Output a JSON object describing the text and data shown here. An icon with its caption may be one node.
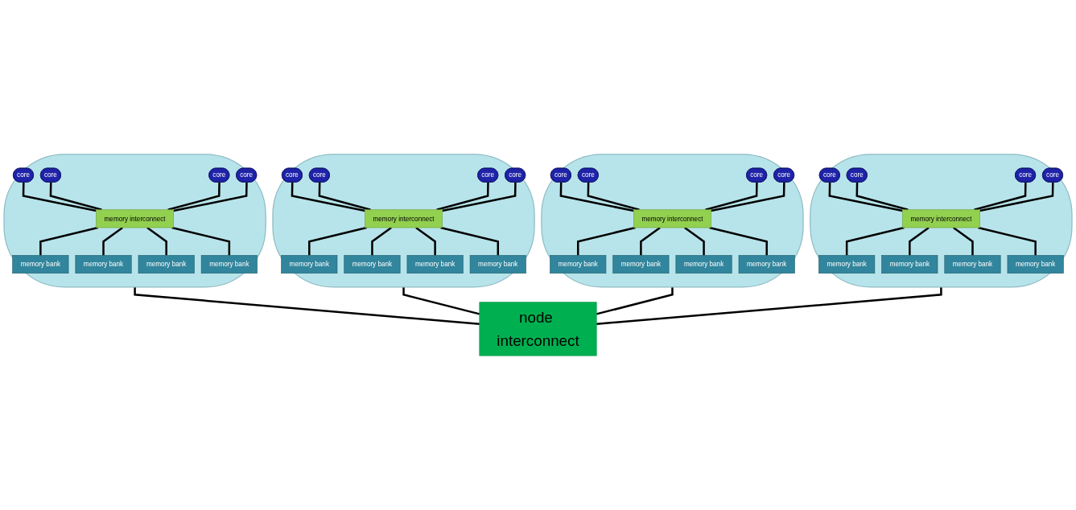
{
  "diagram": {
    "nodes": [
      {
        "text": [],
        "shape": "ellipse"
      },
      {
        "text": [
          "core"
        ],
        "in": 0
      },
      {
        "text": [
          "core"
        ],
        "in": 0
      },
      {
        "text": [
          "core"
        ],
        "in": 0
      },
      {
        "text": [
          "core"
        ],
        "in": 0
      },
      {
        "text": [
          "memory interconnect"
        ],
        "in": 0
      },
      {
        "text": [
          "memory bank"
        ],
        "in": 0
      },
      {
        "text": [
          "memory bank"
        ],
        "in": 0
      },
      {
        "text": [
          "memory bank"
        ],
        "in": 0
      },
      {
        "text": [
          "memory bank"
        ],
        "in": 0
      },
      {
        "text": [],
        "shape": "ellipse"
      },
      {
        "text": [
          "core"
        ],
        "in": 10
      },
      {
        "text": [
          "core"
        ],
        "in": 10
      },
      {
        "text": [
          "core"
        ],
        "in": 10
      },
      {
        "text": [
          "core"
        ],
        "in": 10
      },
      {
        "text": [
          "memory interconnect"
        ],
        "in": 10
      },
      {
        "text": [
          "memory bank"
        ],
        "in": 10
      },
      {
        "text": [
          "memory bank"
        ],
        "in": 10
      },
      {
        "text": [
          "memory bank"
        ],
        "in": 10
      },
      {
        "text": [
          "memory bank"
        ],
        "in": 10
      },
      {
        "text": [],
        "shape": "ellipse"
      },
      {
        "text": [
          "core"
        ],
        "in": 20
      },
      {
        "text": [
          "core"
        ],
        "in": 20
      },
      {
        "text": [
          "core"
        ],
        "in": 20
      },
      {
        "text": [
          "core"
        ],
        "in": 20
      },
      {
        "text": [
          "memory interconnect"
        ],
        "in": 20
      },
      {
        "text": [
          "memory bank"
        ],
        "in": 20
      },
      {
        "text": [
          "memory bank"
        ],
        "in": 20
      },
      {
        "text": [
          "memory bank"
        ],
        "in": 20
      },
      {
        "text": [
          "memory bank"
        ],
        "in": 20
      },
      {
        "text": [],
        "shape": "ellipse"
      },
      {
        "text": [
          "core"
        ],
        "in": 30
      },
      {
        "text": [
          "core"
        ],
        "in": 30
      },
      {
        "text": [
          "core"
        ],
        "in": 30
      },
      {
        "text": [
          "core"
        ],
        "in": 30
      },
      {
        "text": [
          "memory interconnect"
        ],
        "in": 30
      },
      {
        "text": [
          "memory bank"
        ],
        "in": 30
      },
      {
        "text": [
          "memory bank"
        ],
        "in": 30
      },
      {
        "text": [
          "memory bank"
        ],
        "in": 30
      },
      {
        "text": [
          "memory bank"
        ],
        "in": 30
      },
      {
        "text": [
          "node interconnect"
        ]
      }
    ],
    "edges": [
      {
        "from": 1,
        "to": 5,
        "arrow": "none"
      },
      {
        "from": 2,
        "to": 5,
        "arrow": "none"
      },
      {
        "from": 3,
        "to": 5,
        "arrow": "none"
      },
      {
        "from": 4,
        "to": 5,
        "arrow": "none"
      },
      {
        "from": 5,
        "to": 6,
        "arrow": "none"
      },
      {
        "from": 5,
        "to": 7,
        "arrow": "none"
      },
      {
        "from": 5,
        "to": 8,
        "arrow": "none"
      },
      {
        "from": 5,
        "to": 9,
        "arrow": "none"
      },
      {
        "from": 11,
        "to": 15,
        "arrow": "none"
      },
      {
        "from": 12,
        "to": 15,
        "arrow": "none"
      },
      {
        "from": 13,
        "to": 15,
        "arrow": "none"
      },
      {
        "from": 14,
        "to": 15,
        "arrow": "none"
      },
      {
        "from": 15,
        "to": 16,
        "arrow": "none"
      },
      {
        "from": 15,
        "to": 17,
        "arrow": "none"
      },
      {
        "from": 15,
        "to": 18,
        "arrow": "none"
      },
      {
        "from": 15,
        "to": 19,
        "arrow": "none"
      },
      {
        "from": 21,
        "to": 25,
        "arrow": "none"
      },
      {
        "from": 22,
        "to": 25,
        "arrow": "none"
      },
      {
        "from": 23,
        "to": 25,
        "arrow": "none"
      },
      {
        "from": 24,
        "to": 25,
        "arrow": "none"
      },
      {
        "from": 25,
        "to": 26,
        "arrow": "none"
      },
      {
        "from": 25,
        "to": 27,
        "arrow": "none"
      },
      {
        "from": 25,
        "to": 28,
        "arrow": "none"
      },
      {
        "from": 25,
        "to": 29,
        "arrow": "none"
      },
      {
        "from": 31,
        "to": 35,
        "arrow": "none"
      },
      {
        "from": 32,
        "to": 35,
        "arrow": "none"
      },
      {
        "from": 33,
        "to": 35,
        "arrow": "none"
      },
      {
        "from": 34,
        "to": 35,
        "arrow": "none"
      },
      {
        "from": 35,
        "to": 36,
        "arrow": "none"
      },
      {
        "from": 35,
        "to": 37,
        "arrow": "none"
      },
      {
        "from": 35,
        "to": 38,
        "arrow": "none"
      },
      {
        "from": 35,
        "to": 39,
        "arrow": "none"
      },
      {
        "from": 0,
        "to": 40,
        "arrow": "none"
      },
      {
        "from": 10,
        "to": 40,
        "arrow": "none"
      },
      {
        "from": 20,
        "to": 40,
        "arrow": "none"
      },
      {
        "from": 30,
        "to": 40,
        "arrow": "none"
      }
    ]
  }
}
